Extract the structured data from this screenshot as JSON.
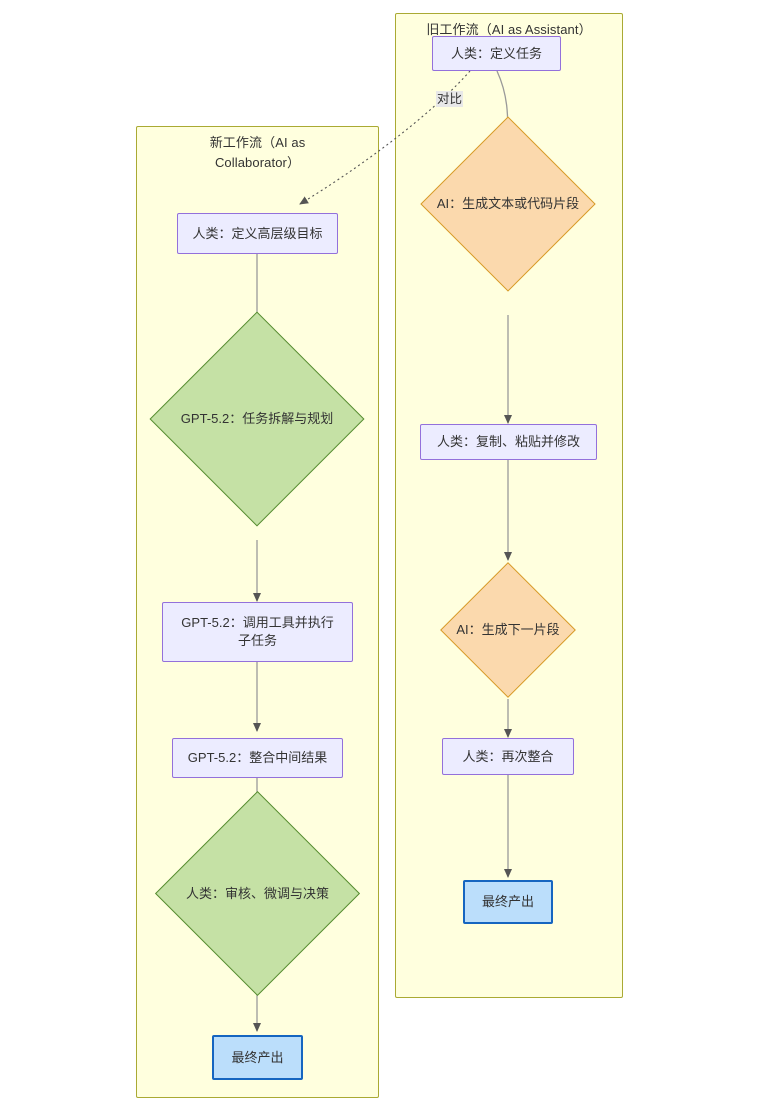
{
  "diagram": {
    "type": "flowchart",
    "orientation": "top-down",
    "background_color": "#ffffff",
    "subgraph_fill": "#ffffde",
    "subgraph_stroke": "#aaaa33",
    "edge_color": "#999999"
  },
  "subgraphs": {
    "new_workflow": {
      "title_line1": "新工作流（AI as",
      "title_line2": "Collaborator）"
    },
    "old_workflow": {
      "title": "旧工作流（AI as Assistant）"
    }
  },
  "nodes": {
    "new_human_goal": {
      "label": "人类：定义高层级目标",
      "shape": "rect",
      "fill": "#ececff",
      "stroke": "#9370db"
    },
    "new_plan": {
      "label": "GPT-5.2：任务拆解与规划",
      "shape": "diamond",
      "fill": "#c5e1a5",
      "stroke": "#558b2f"
    },
    "new_tools_l1": {
      "label": "GPT-5.2：调用工具并执行",
      "label_l2": "子任务",
      "shape": "rect",
      "fill": "#ececff",
      "stroke": "#9370db"
    },
    "new_merge": {
      "label": "GPT-5.2：整合中间结果",
      "shape": "rect",
      "fill": "#ececff",
      "stroke": "#9370db"
    },
    "new_review": {
      "label": "人类：审核、微调与决策",
      "shape": "diamond",
      "fill": "#c5e1a5",
      "stroke": "#558b2f"
    },
    "new_output": {
      "label": "最终产出",
      "shape": "rect",
      "fill": "#bbdefb",
      "stroke": "#1565c0"
    },
    "old_define": {
      "label": "人类：定义任务",
      "shape": "rect",
      "fill": "#ececff",
      "stroke": "#9370db"
    },
    "old_gen": {
      "label": "AI：生成文本或代码片段",
      "shape": "diamond",
      "fill": "#fbd9ad",
      "stroke": "#d79b26"
    },
    "old_paste": {
      "label": "人类：复制、粘贴并修改",
      "shape": "rect",
      "fill": "#ececff",
      "stroke": "#9370db"
    },
    "old_next": {
      "label": "AI：生成下一片段",
      "shape": "diamond",
      "fill": "#fbd9ad",
      "stroke": "#d79b26"
    },
    "old_merge": {
      "label": "人类：再次整合",
      "shape": "rect",
      "fill": "#ececff",
      "stroke": "#9370db"
    },
    "old_output": {
      "label": "最终产出",
      "shape": "rect",
      "fill": "#bbdefb",
      "stroke": "#1565c0"
    }
  },
  "edges": {
    "compare_label": "对比"
  }
}
